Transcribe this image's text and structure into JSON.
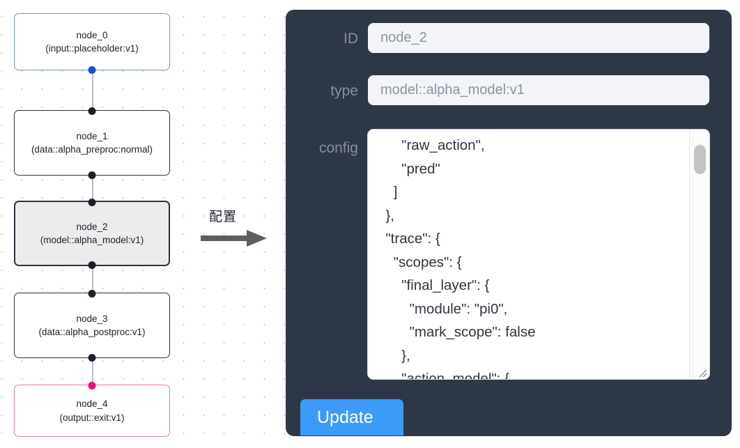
{
  "graph": {
    "nodes": [
      {
        "id": "node_0",
        "title": "node_0",
        "subtitle": "(input::placeholder:v1)",
        "accent": "blue",
        "selected": false
      },
      {
        "id": "node_1",
        "title": "node_1",
        "subtitle": "(data::alpha_preproc:normal)",
        "accent": "dark",
        "selected": false
      },
      {
        "id": "node_2",
        "title": "node_2",
        "subtitle": "(model::alpha_model:v1)",
        "accent": "dark",
        "selected": true
      },
      {
        "id": "node_3",
        "title": "node_3",
        "subtitle": "(data::alpha_postproc:v1)",
        "accent": "dark",
        "selected": false
      },
      {
        "id": "node_4",
        "title": "node_4",
        "subtitle": "(output::exit:v1)",
        "accent": "pink",
        "selected": false
      }
    ],
    "edges": [
      {
        "from": "node_0",
        "to": "node_1"
      },
      {
        "from": "node_1",
        "to": "node_2"
      },
      {
        "from": "node_2",
        "to": "node_3"
      },
      {
        "from": "node_3",
        "to": "node_4"
      }
    ]
  },
  "transition": {
    "label": "配置",
    "arrow_icon": "right-arrow-icon",
    "arrow_color": "#5e5e5e"
  },
  "panel": {
    "background_color": "#2e3746",
    "fields": [
      {
        "key": "id",
        "label": "ID",
        "value": "node_2"
      },
      {
        "key": "type",
        "label": "type",
        "value": "model::alpha_model:v1"
      },
      {
        "key": "config",
        "label": "config",
        "value": ""
      }
    ],
    "id_field": {
      "label": "ID",
      "value": "node_2",
      "placeholder": "node_2"
    },
    "type_field": {
      "label": "type",
      "value": "model::alpha_model:v1",
      "placeholder": "model::alpha_model:v1"
    },
    "config_field": {
      "label": "config",
      "value": "      \"raw_action\",\n      \"pred\"\n    ]\n  },\n  \"trace\": {\n    \"scopes\": {\n      \"final_layer\": {\n        \"module\": \"pi0\",\n        \"mark_scope\": false\n      },\n      \"action_model\": {",
      "scrollbar": {
        "visible": true,
        "thumb_position": "top"
      },
      "resize_grip": true
    },
    "update_button": {
      "label": "Update",
      "color": "#3d9bf8",
      "text_color": "#ffffff"
    }
  },
  "colors": {
    "canvas_background": "#ffffff",
    "grid_dot": "#c9c9d4",
    "node_border": "#2b3040",
    "node_border_blue": "#6f92d6",
    "node_border_pink": "#e57bab",
    "node_selected_fill": "#ececec",
    "handle_dark": "#1b1f2a",
    "handle_blue": "#1a4fd6",
    "handle_pink": "#ea0f7e",
    "edge": "#b9bcc4",
    "panel_bg": "#2e3746",
    "input_bg": "#f2f4f8",
    "input_text": "#8b93a1",
    "label_text": "#868f9e",
    "accent_blue": "#3d9bf8"
  }
}
